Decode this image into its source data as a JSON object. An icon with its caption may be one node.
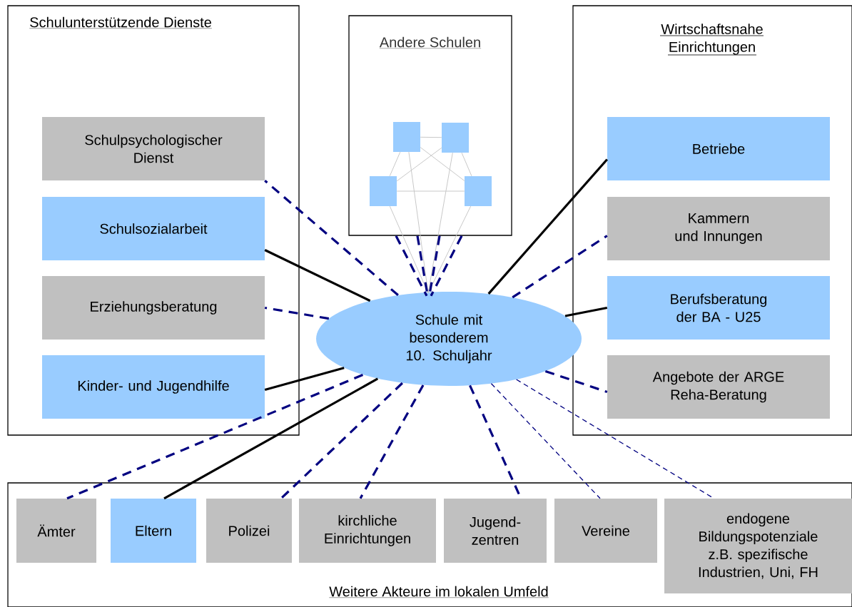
{
  "diagram": {
    "nodes": [
      {
        "text": [
          "Schulunterstützende Dienste"
        ]
      },
      {
        "text": [
          "Schulpsychologischer Dienst"
        ],
        "in": 0
      },
      {
        "text": [
          "Schulsozialarbeit"
        ],
        "in": 0
      },
      {
        "text": [
          "Erziehungsberatung"
        ],
        "in": 0
      },
      {
        "text": [
          "Kinder- und Jugendhilfe"
        ],
        "in": 0
      },
      {
        "text": [
          "Andere Schulen"
        ]
      },
      {
        "text": [],
        "shape": "box",
        "in": 5
      },
      {
        "text": [],
        "shape": "box",
        "in": 5
      },
      {
        "text": [],
        "shape": "box",
        "in": 5
      },
      {
        "text": [],
        "shape": "box",
        "in": 5
      },
      {
        "text": [
          "Wirtschaftsnahe Einrichtungen"
        ]
      },
      {
        "text": [
          "Betriebe"
        ],
        "in": 10
      },
      {
        "text": [
          "Kammern und Innungen"
        ],
        "in": 10
      },
      {
        "text": [
          "Berufsberatung der BA - U25"
        ],
        "in": 10
      },
      {
        "text": [
          "Angebote der ARGE Reha-Beratung"
        ],
        "in": 10
      },
      {
        "text": [
          "Schule mit besonderem 10. Schuljahr"
        ]
      },
      {
        "text": [
          "Weitere Akteure im lokalen Umfeld"
        ]
      },
      {
        "text": [
          "Ämter"
        ],
        "in": 16
      },
      {
        "text": [
          "Eltern"
        ],
        "in": 16
      },
      {
        "text": [
          "Polizei"
        ],
        "in": 16
      },
      {
        "text": [
          "kirchliche Einrichtungen"
        ],
        "in": 16
      },
      {
        "text": [
          "Jugend- zentren"
        ],
        "in": 16
      },
      {
        "text": [
          "Vereine"
        ],
        "in": 16
      },
      {
        "text": [
          "endogene Bildungspotenziale z.B. spezifische Industrien, Uni, FH"
        ],
        "in": 16
      }
    ],
    "edges": [
      {
        "from": 6,
        "to": 7,
        "arrow": "none",
        "color": "#c8c8c8"
      },
      {
        "from": 8,
        "to": 9,
        "arrow": "none",
        "color": "#c8c8c8"
      },
      {
        "from": 6,
        "to": 8,
        "arrow": "none",
        "color": "#c8c8c8"
      },
      {
        "from": 7,
        "to": 9,
        "arrow": "none",
        "color": "#c8c8c8"
      },
      {
        "from": 6,
        "to": 9,
        "arrow": "none",
        "color": "#c8c8c8"
      },
      {
        "from": 7,
        "to": 8,
        "arrow": "none",
        "color": "#c8c8c8"
      },
      {
        "from": 8,
        "to": 15,
        "arrow": "none",
        "color": "#c8c8c8"
      },
      {
        "from": 6,
        "to": 15,
        "arrow": "none",
        "color": "#c8c8c8"
      },
      {
        "from": 7,
        "to": 15,
        "arrow": "none",
        "color": "#c8c8c8"
      },
      {
        "from": 9,
        "to": 15,
        "arrow": "none",
        "color": "#c8c8c8"
      },
      {
        "from": 5,
        "to": 15,
        "arrow": "none",
        "style": "dashed"
      },
      {
        "from": 5,
        "to": 15,
        "arrow": "none",
        "style": "dashed"
      },
      {
        "from": 5,
        "to": 15,
        "arrow": "none",
        "style": "dashed"
      },
      {
        "from": 5,
        "to": 15,
        "arrow": "none",
        "style": "dashed"
      },
      {
        "from": 15,
        "to": 1,
        "arrow": "none",
        "style": "dashed"
      },
      {
        "from": 15,
        "to": 2,
        "arrow": "none",
        "color": "#000000"
      },
      {
        "from": 15,
        "to": 3,
        "arrow": "none",
        "style": "dashed"
      },
      {
        "from": 15,
        "to": 4,
        "arrow": "none",
        "color": "#000000"
      },
      {
        "from": 15,
        "to": 11,
        "arrow": "none",
        "color": "#000000"
      },
      {
        "from": 15,
        "to": 12,
        "arrow": "none",
        "style": "dashed"
      },
      {
        "from": 15,
        "to": 13,
        "arrow": "none",
        "color": "#000000"
      },
      {
        "from": 15,
        "to": 14,
        "arrow": "none",
        "style": "dashed"
      },
      {
        "from": 15,
        "to": 17,
        "arrow": "none",
        "style": "dashed"
      },
      {
        "from": 15,
        "to": 18,
        "arrow": "none",
        "color": "#000000"
      },
      {
        "from": 15,
        "to": 19,
        "arrow": "none",
        "style": "dashed"
      },
      {
        "from": 15,
        "to": 20,
        "arrow": "none",
        "style": "dashed"
      },
      {
        "from": 15,
        "to": 21,
        "arrow": "none",
        "style": "dashed"
      },
      {
        "from": 15,
        "to": 22,
        "arrow": "none",
        "style": "dashed"
      },
      {
        "from": 15,
        "to": 23,
        "arrow": "none",
        "style": "dashed"
      }
    ]
  }
}
